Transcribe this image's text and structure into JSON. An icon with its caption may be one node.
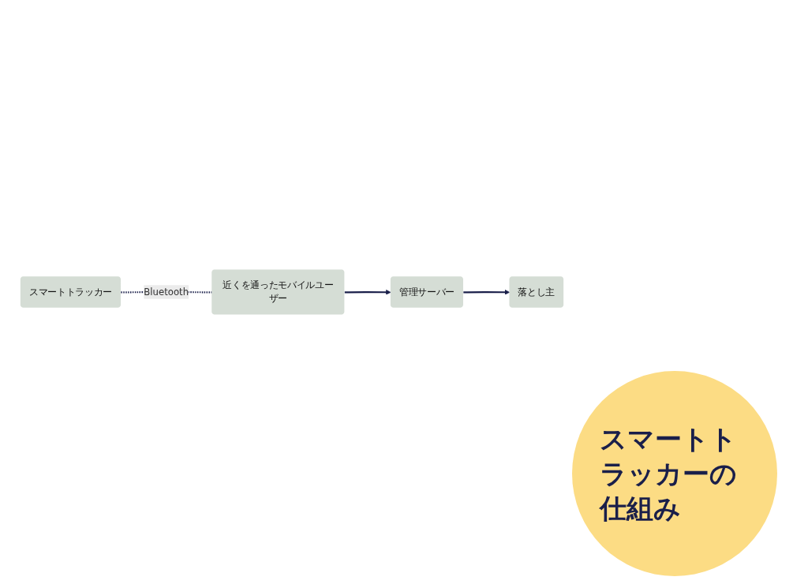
{
  "diagram": {
    "title": "スマートトラッカーの仕組み",
    "nodes": [
      {
        "text": [
          "スマートトラッカー"
        ]
      },
      {
        "text": [
          "近くを通ったモバイルユーザー"
        ]
      },
      {
        "text": [
          "管理サーバー"
        ]
      },
      {
        "text": [
          "落とし主"
        ]
      }
    ],
    "edges": [
      {
        "from": 0,
        "to": 1,
        "arrow": "none",
        "label": "Bluetooth",
        "style": "dashed"
      },
      {
        "from": 1,
        "to": 2,
        "arrow": "to"
      },
      {
        "from": 2,
        "to": 3,
        "arrow": "to"
      }
    ]
  }
}
